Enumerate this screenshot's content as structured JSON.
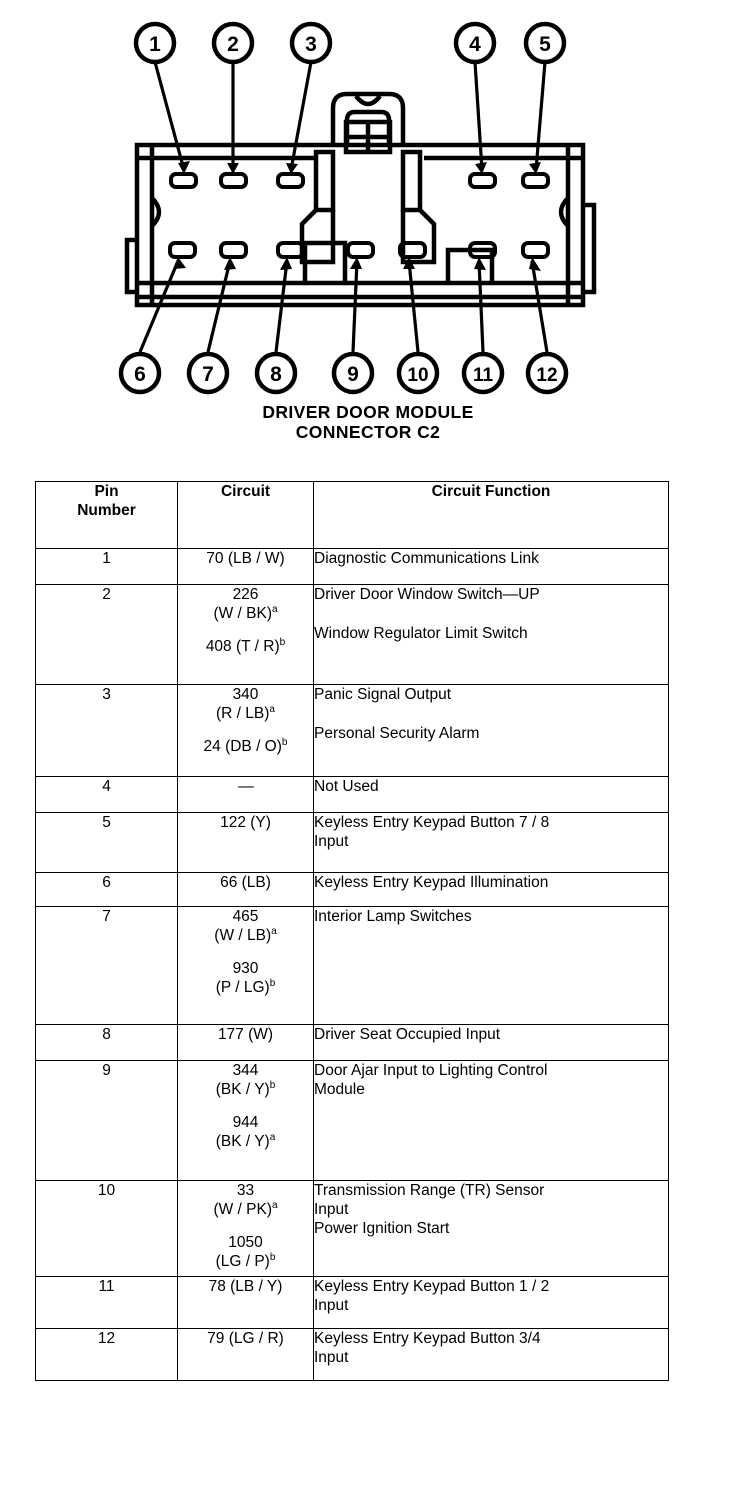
{
  "diagram": {
    "caption_line1": "DRIVER DOOR MODULE",
    "caption_line2": "CONNECTOR C2",
    "callouts_top": [
      "1",
      "2",
      "3",
      "4",
      "5"
    ],
    "callouts_bottom": [
      "6",
      "7",
      "8",
      "9",
      "10",
      "11",
      "12"
    ],
    "ink_color": "#000000"
  },
  "table": {
    "headers": {
      "pin": "Pin\nNumber",
      "pin_line1": "Pin",
      "pin_line2": "Number",
      "circuit": "Circuit",
      "function": "Circuit Function"
    },
    "rows": [
      {
        "pin": "1",
        "circuit": [
          {
            "text": "70 (LB / W)"
          }
        ],
        "function": [
          "Diagnostic Communications Link"
        ]
      },
      {
        "pin": "2",
        "circuit": [
          {
            "text": "226",
            "text2": "(W / BK)",
            "sup": "a"
          },
          {
            "text": "408 (T / R)",
            "sup": "b"
          }
        ],
        "function": [
          "Driver Door Window Switch—UP",
          "",
          "Window Regulator Limit Switch"
        ]
      },
      {
        "pin": "3",
        "circuit": [
          {
            "text": "340",
            "text2": "(R / LB)",
            "sup": "a"
          },
          {
            "text": "24 (DB / O)",
            "sup": "b"
          }
        ],
        "function": [
          "Panic Signal Output",
          "",
          "Personal Security Alarm"
        ]
      },
      {
        "pin": "4",
        "circuit": [
          {
            "text": "—"
          }
        ],
        "function": [
          "Not Used"
        ]
      },
      {
        "pin": "5",
        "circuit": [
          {
            "text": "122 (Y)"
          }
        ],
        "function": [
          "Keyless Entry Keypad Button 7 / 8",
          "Input"
        ]
      },
      {
        "pin": "6",
        "circuit": [
          {
            "text": "66 (LB)"
          }
        ],
        "function": [
          "Keyless Entry Keypad Illumination"
        ]
      },
      {
        "pin": "7",
        "circuit": [
          {
            "text": "465",
            "text2": "(W / LB)",
            "sup": "a"
          },
          {
            "text": "930",
            "text2": "(P / LG)",
            "sup": "b"
          }
        ],
        "function": [
          "Interior Lamp Switches"
        ]
      },
      {
        "pin": "8",
        "circuit": [
          {
            "text": "177 (W)"
          }
        ],
        "function": [
          "Driver Seat Occupied Input"
        ]
      },
      {
        "pin": "9",
        "circuit": [
          {
            "text": "344",
            "text2": "(BK / Y)",
            "sup": "b"
          },
          {
            "text": "944",
            "text2": "(BK / Y)",
            "sup": "a"
          }
        ],
        "function": [
          "Door Ajar Input to Lighting Control",
          "Module"
        ]
      },
      {
        "pin": "10",
        "circuit": [
          {
            "text": "33",
            "text2": "(W / PK)",
            "sup": "a"
          },
          {
            "text": "1050",
            "text2": "(LG / P)",
            "sup": "b"
          }
        ],
        "function": [
          "Transmission Range (TR) Sensor",
          "Input",
          "Power Ignition Start"
        ]
      },
      {
        "pin": "11",
        "circuit": [
          {
            "text": "78 (LB / Y)"
          }
        ],
        "function": [
          "Keyless Entry Keypad Button 1 / 2",
          "Input"
        ]
      },
      {
        "pin": "12",
        "circuit": [
          {
            "text": "79 (LG / R)"
          }
        ],
        "function": [
          "Keyless Entry Keypad Button 3/4",
          "Input"
        ]
      }
    ]
  }
}
